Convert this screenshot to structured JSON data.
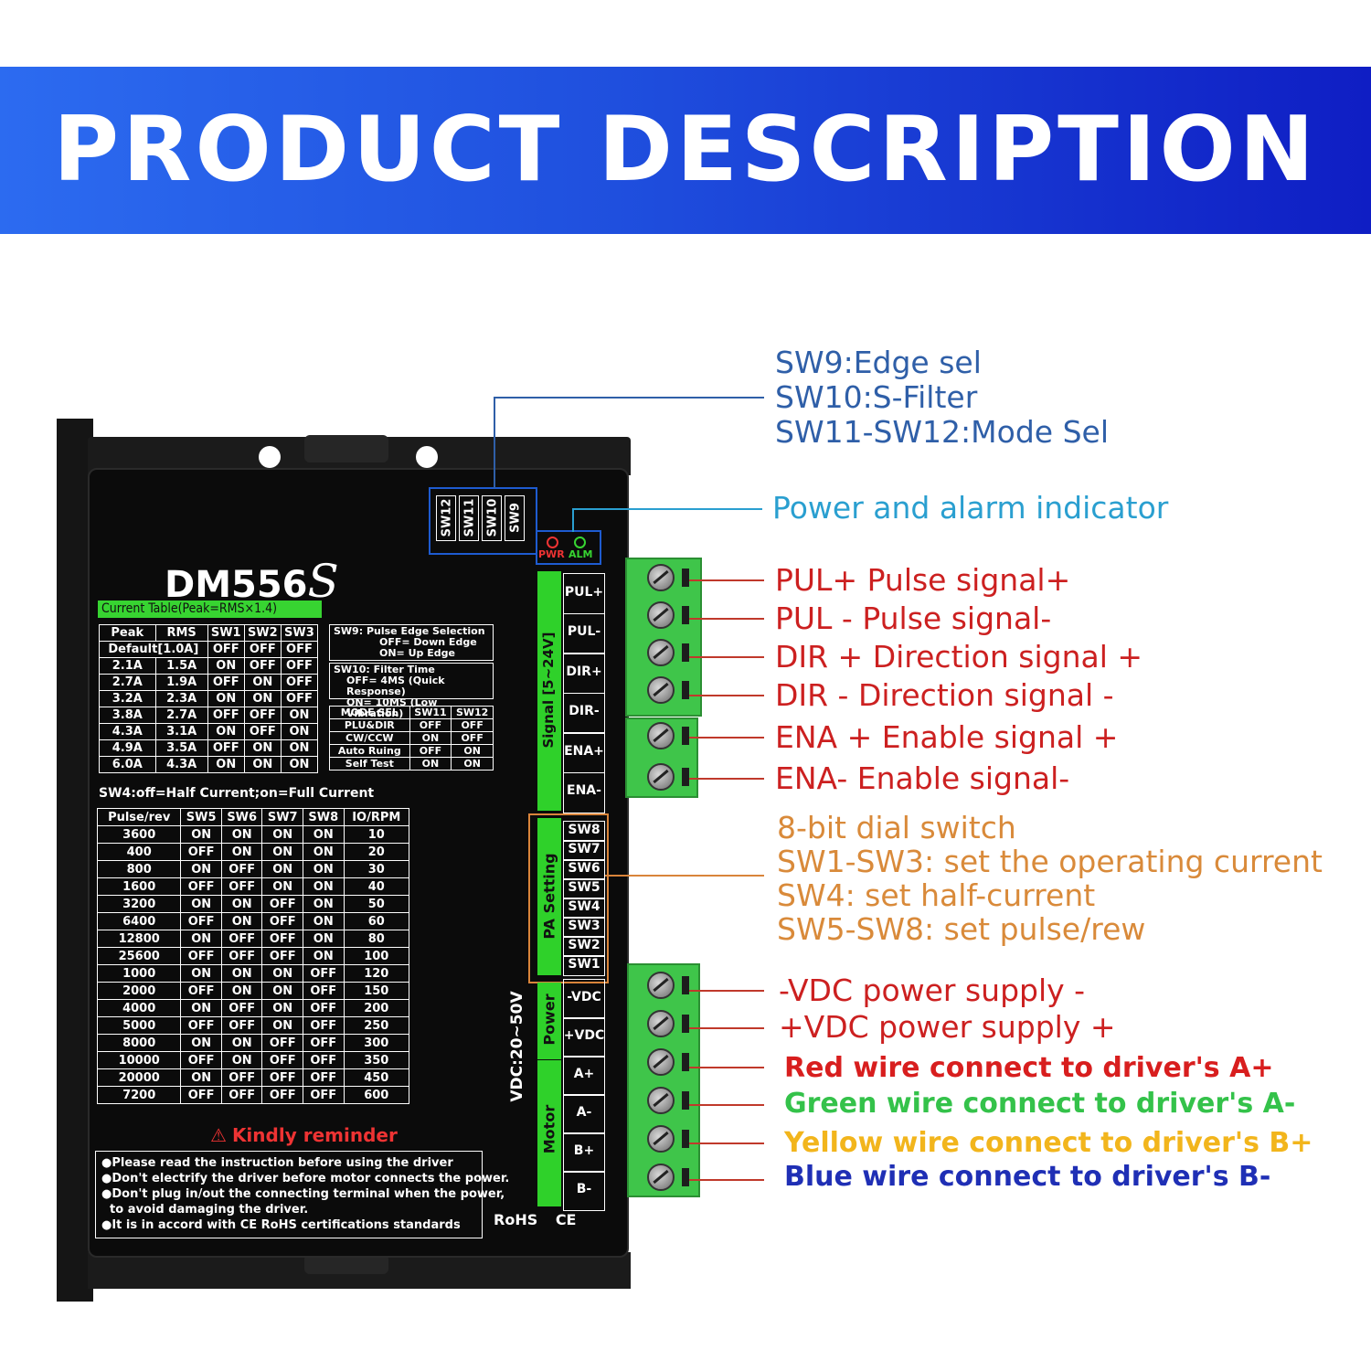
{
  "banner": {
    "title": "PRODUCT DESCRIPTION"
  },
  "device": {
    "model": "DM556",
    "model_suffix": "S",
    "current_table_title": "Current Table(Peak=RMS×1.4)",
    "current_table": {
      "headers": [
        "Peak",
        "RMS",
        "SW1",
        "SW2",
        "SW3"
      ],
      "rows": [
        [
          "Default[1.0A]",
          "",
          "OFF",
          "OFF",
          "OFF"
        ],
        [
          "2.1A",
          "1.5A",
          "ON",
          "OFF",
          "OFF"
        ],
        [
          "2.7A",
          "1.9A",
          "OFF",
          "ON",
          "OFF"
        ],
        [
          "3.2A",
          "2.3A",
          "ON",
          "ON",
          "OFF"
        ],
        [
          "3.8A",
          "2.7A",
          "OFF",
          "OFF",
          "ON"
        ],
        [
          "4.3A",
          "3.1A",
          "ON",
          "OFF",
          "ON"
        ],
        [
          "4.9A",
          "3.5A",
          "OFF",
          "ON",
          "ON"
        ],
        [
          "6.0A",
          "4.3A",
          "ON",
          "ON",
          "ON"
        ]
      ]
    },
    "sw9_box": {
      "title": "SW9: Pulse Edge Selection",
      "line1": "OFF= Down Edge",
      "line2": "ON= Up Edge"
    },
    "sw10_box": {
      "title": "SW10: Filter Time",
      "line1": "OFF= 4MS (Quick Response)",
      "line2": "ON= 10MS (Low Vibration)"
    },
    "mode_table": {
      "headers": [
        "MODE SEL",
        "SW11",
        "SW12"
      ],
      "rows": [
        [
          "PLU&DIR",
          "OFF",
          "OFF"
        ],
        [
          "CW/CCW",
          "ON",
          "OFF"
        ],
        [
          "Auto Ruing",
          "OFF",
          "ON"
        ],
        [
          "Self Test",
          "ON",
          "ON"
        ]
      ]
    },
    "sw4_note": "SW4:off=Half Current;on=Full Current",
    "pulse_table": {
      "headers": [
        "Pulse/rev",
        "SW5",
        "SW6",
        "SW7",
        "SW8",
        "IO/RPM"
      ],
      "rows": [
        [
          "3600",
          "ON",
          "ON",
          "ON",
          "ON",
          "10"
        ],
        [
          "400",
          "OFF",
          "ON",
          "ON",
          "ON",
          "20"
        ],
        [
          "800",
          "ON",
          "OFF",
          "ON",
          "ON",
          "30"
        ],
        [
          "1600",
          "OFF",
          "OFF",
          "ON",
          "ON",
          "40"
        ],
        [
          "3200",
          "ON",
          "ON",
          "OFF",
          "ON",
          "50"
        ],
        [
          "6400",
          "OFF",
          "ON",
          "OFF",
          "ON",
          "60"
        ],
        [
          "12800",
          "ON",
          "OFF",
          "OFF",
          "ON",
          "80"
        ],
        [
          "25600",
          "OFF",
          "OFF",
          "OFF",
          "ON",
          "100"
        ],
        [
          "1000",
          "ON",
          "ON",
          "ON",
          "OFF",
          "120"
        ],
        [
          "2000",
          "OFF",
          "ON",
          "ON",
          "OFF",
          "150"
        ],
        [
          "4000",
          "ON",
          "OFF",
          "ON",
          "OFF",
          "200"
        ],
        [
          "5000",
          "OFF",
          "OFF",
          "ON",
          "OFF",
          "250"
        ],
        [
          "8000",
          "ON",
          "ON",
          "OFF",
          "OFF",
          "300"
        ],
        [
          "10000",
          "OFF",
          "ON",
          "OFF",
          "OFF",
          "350"
        ],
        [
          "20000",
          "ON",
          "OFF",
          "OFF",
          "OFF",
          "450"
        ],
        [
          "7200",
          "OFF",
          "OFF",
          "OFF",
          "OFF",
          "600"
        ]
      ]
    },
    "reminder_title": "Kindly reminder",
    "reminder_lines": [
      "●Please read the instruction before using the driver",
      "●Don't electrify the driver before motor connects the power.",
      "●Don't plug in/out the connecting terminal when the power,",
      "  to avoid damaging the driver.",
      "●It is in accord with CE RoHS certifications standards"
    ],
    "rohs": "RoHS",
    "ce": "CE",
    "dip_top": [
      "SW12",
      "SW11",
      "SW10",
      "SW9"
    ],
    "leds": {
      "pwr": "PWR",
      "alm": "ALM"
    },
    "signal_label": "Signal [5~24V]",
    "signal_terminals": [
      "PUL+",
      "PUL-",
      "DIR+",
      "DIR-",
      "ENA+",
      "ENA-"
    ],
    "pa_label": "PA Setting",
    "pa_switches": [
      "SW8",
      "SW7",
      "SW6",
      "SW5",
      "SW4",
      "SW3",
      "SW2",
      "SW1"
    ],
    "vdc_label": "VDC:20~50V",
    "power_label": "Power",
    "power_terminals": [
      "-VDC",
      "+VDC"
    ],
    "motor_label": "Motor",
    "motor_terminals": [
      "A+",
      "A-",
      "B+",
      "B-"
    ]
  },
  "annotations": {
    "sw_group": [
      "SW9:Edge sel",
      "SW10:S-Filter",
      "SW11-SW12:Mode Sel"
    ],
    "indicator": "Power and alarm indicator",
    "signals": [
      "PUL+ Pulse signal+",
      "PUL - Pulse signal-",
      "DIR + Direction signal +",
      "DIR - Direction signal -",
      "ENA + Enable signal +",
      "ENA- Enable signal-"
    ],
    "dial": [
      "8-bit dial switch",
      "SW1-SW3: set the operating current",
      "SW4: set half-current",
      "SW5-SW8: set pulse/rew"
    ],
    "power": [
      "-VDC power supply -",
      "+VDC power supply +"
    ],
    "wires": [
      "Red wire connect to driver's A+",
      "Green wire connect to driver's A-",
      "Yellow wire connect to driver's B+",
      "Blue wire connect to driver's B-"
    ]
  },
  "colors": {
    "sw_group": "#2f5fa8",
    "indicator": "#2a9fd0",
    "signal": "#cc2020",
    "dial": "#d98a3a",
    "power": "#cc2020",
    "wire_red": "#d81e1e",
    "wire_green": "#34c24a",
    "wire_yellow": "#f2b51c",
    "wire_blue": "#1f2fb5"
  }
}
